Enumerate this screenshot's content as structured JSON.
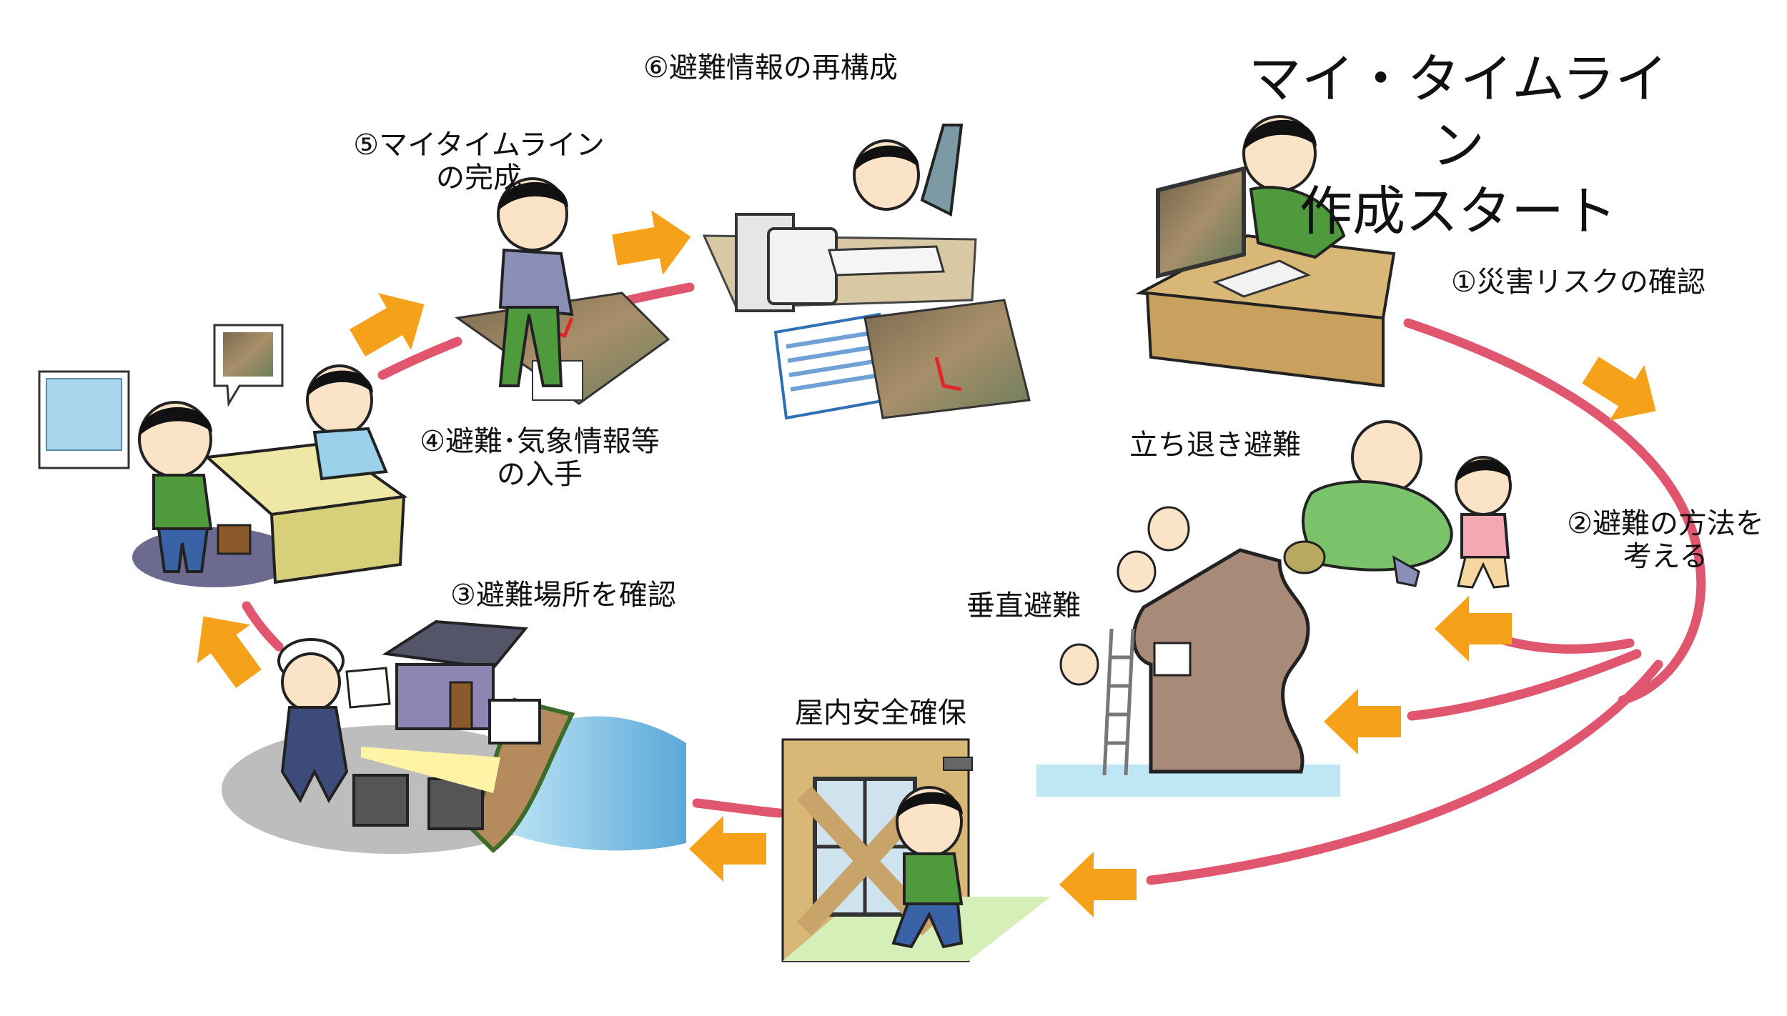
{
  "title": "マイ・タイムライン\n作成スタート",
  "steps": {
    "step1": "①災害リスクの確認",
    "step2": "②避難の方法を\n考える",
    "step3": "③避難場所を確認",
    "step4": "④避難･気象情報等\nの入手",
    "step5": "⑤マイタイムライン\nの完成",
    "step6": "⑥避難情報の再構成"
  },
  "evacuation_methods": {
    "tachinoki": "立ち退き避難",
    "suichoku": "垂直避難",
    "okunai": "屋内安全確保"
  },
  "colors": {
    "cycle_line": "#e0566e",
    "arrow": "#f6a11a",
    "desk": "#c9a15e",
    "shirt_green": "#4f9a3c",
    "house_brown": "#a78a77",
    "water": "#7fc6e4",
    "ground_gray": "#bdbdbd"
  }
}
